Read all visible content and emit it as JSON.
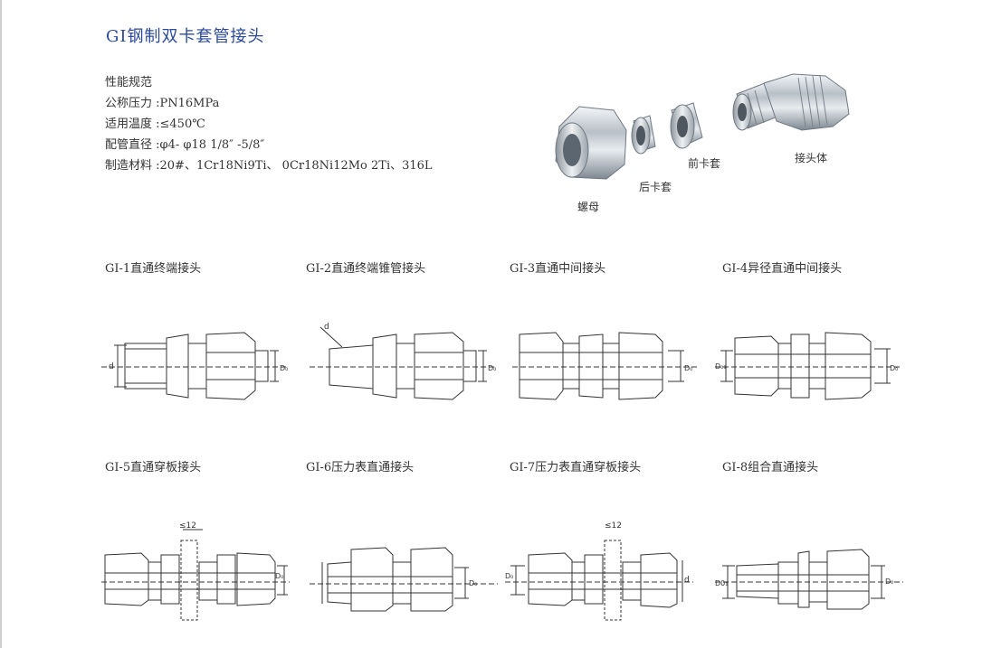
{
  "title": "GI钢制双卡套管接头",
  "specs": {
    "heading": "性能规范",
    "pressure": "公称压力 :PN16MPa",
    "temperature": "适用温度 :≤450℃",
    "pipe_diameter": "配管直径 :φ4- φ18 1/8″ -5/8″",
    "material": "制造材料 :20#、1Cr18Ni9Ti、 0Cr18Ni12Mo 2Ti、316L"
  },
  "photo_labels": {
    "nut": "螺母",
    "rear_ferrule": "后卡套",
    "front_ferrule": "前卡套",
    "body": "接头体"
  },
  "products": [
    {
      "caption": "GI-1直通终端接头"
    },
    {
      "caption": "GI-2直通终端锥管接头"
    },
    {
      "caption": "GI-3直通中间接头"
    },
    {
      "caption": "GI-4异径直通中间接头"
    },
    {
      "caption": "GI-5直通穿板接头"
    },
    {
      "caption": "GI-6压力表直通接头"
    },
    {
      "caption": "GI-7压力表直通穿板接头"
    },
    {
      "caption": "GI-8组合直通接头"
    }
  ],
  "dimension_labels": {
    "d": "d",
    "d0": "D₀",
    "d0_alt": "D0₁",
    "d01": "D₀₁",
    "max_plate": "≤12"
  }
}
